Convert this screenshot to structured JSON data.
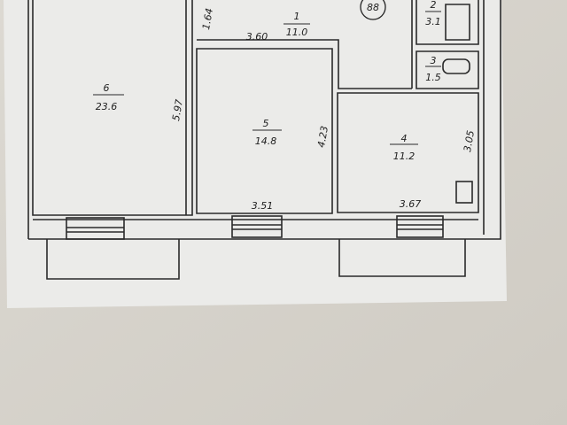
{
  "plan": {
    "sheet_number": "88",
    "rooms": [
      {
        "number": "1",
        "area": "11.0"
      },
      {
        "number": "2",
        "area": "3.1"
      },
      {
        "number": "3",
        "area": "1.5"
      },
      {
        "number": "4",
        "area": "11.2"
      },
      {
        "number": "5",
        "area": "14.8"
      },
      {
        "number": "6",
        "area": "23.6"
      }
    ],
    "dimensions": {
      "corridor_width": "1.64",
      "corridor_length": "3.60",
      "room6_length": "5.97",
      "room5_length": "4.23",
      "room5_width": "3.51",
      "room4_length": "3.05",
      "room4_width": "3.67"
    }
  }
}
